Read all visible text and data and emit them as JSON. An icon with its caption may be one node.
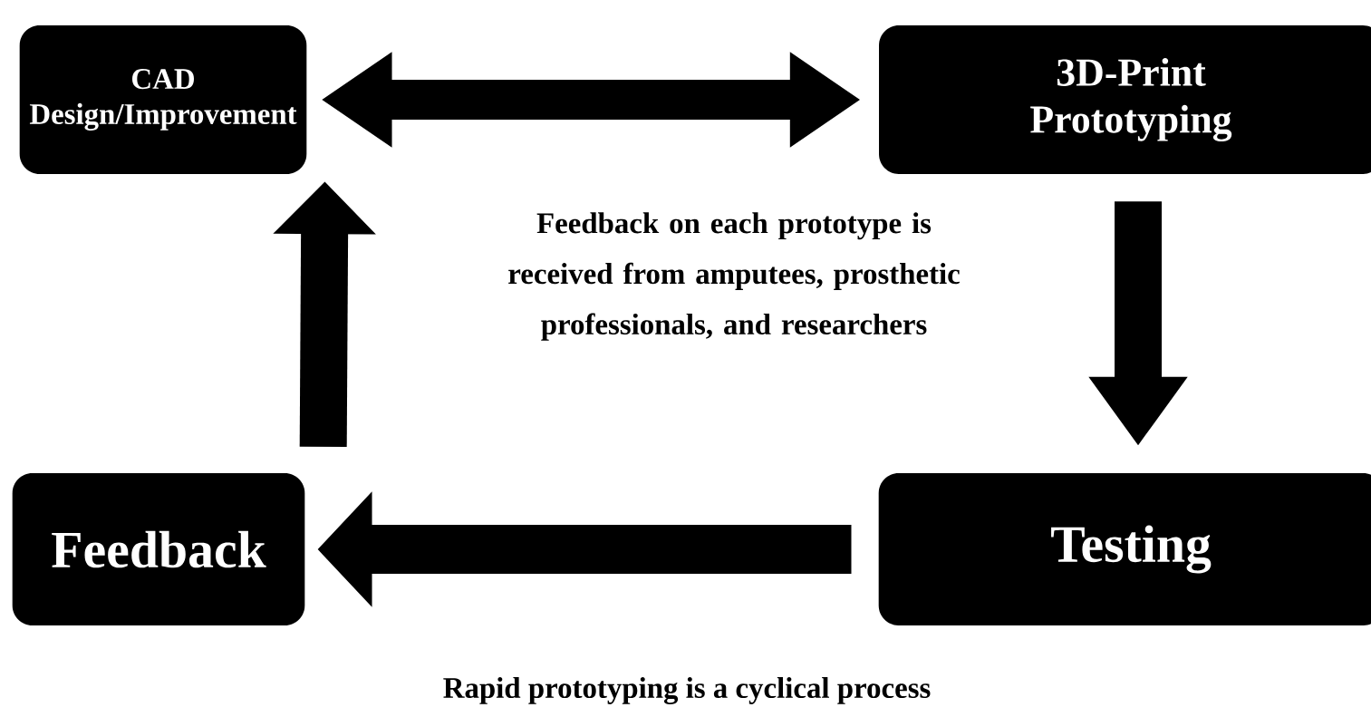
{
  "diagram": {
    "caption": "Rapid prototyping is a cyclical process",
    "nodes": [
      {
        "text": [
          "CAD Design/Improvement"
        ]
      },
      {
        "text": [
          "3D-Print Prototyping"
        ]
      },
      {
        "text": [
          "Testing"
        ]
      },
      {
        "text": [
          "Feedback"
        ]
      }
    ],
    "edges": [
      {
        "from": 0,
        "to": 1,
        "arrow": "both"
      },
      {
        "from": 1,
        "to": 2,
        "arrow": "to"
      },
      {
        "from": 2,
        "to": 3,
        "arrow": "to"
      },
      {
        "from": 3,
        "to": 0,
        "arrow": "to"
      }
    ],
    "labels": [
      "Feedback on each prototype is received from amputees, prosthetic professionals, and researchers"
    ]
  }
}
